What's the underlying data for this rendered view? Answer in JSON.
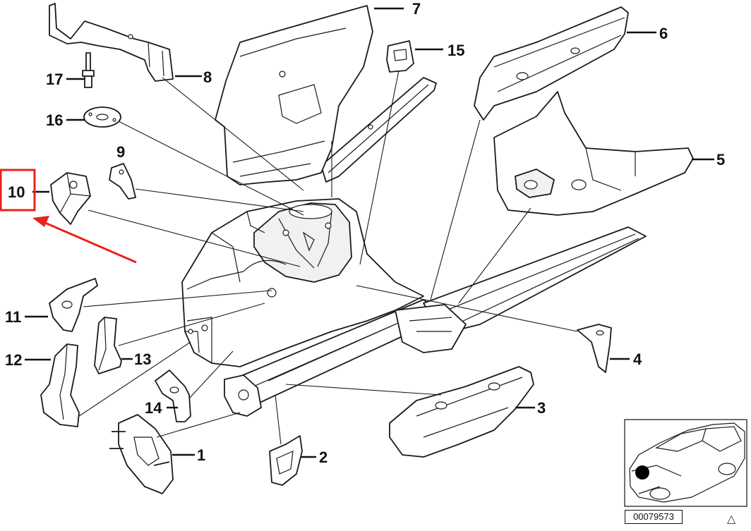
{
  "diagram": {
    "callouts": [
      {
        "id": "1",
        "label": "1"
      },
      {
        "id": "2",
        "label": "2"
      },
      {
        "id": "3",
        "label": "3"
      },
      {
        "id": "4",
        "label": "4"
      },
      {
        "id": "5",
        "label": "5"
      },
      {
        "id": "6",
        "label": "6"
      },
      {
        "id": "7",
        "label": "7"
      },
      {
        "id": "8",
        "label": "8"
      },
      {
        "id": "9",
        "label": "9"
      },
      {
        "id": "10",
        "label": "10"
      },
      {
        "id": "11",
        "label": "11"
      },
      {
        "id": "12",
        "label": "12"
      },
      {
        "id": "13",
        "label": "13"
      },
      {
        "id": "14",
        "label": "14"
      },
      {
        "id": "15",
        "label": "15"
      },
      {
        "id": "16",
        "label": "16"
      },
      {
        "id": "17",
        "label": "17"
      }
    ],
    "highlight": {
      "callout": "10",
      "color": "#e8231b"
    },
    "reference_number": "00079573",
    "corner_mark": "△"
  }
}
